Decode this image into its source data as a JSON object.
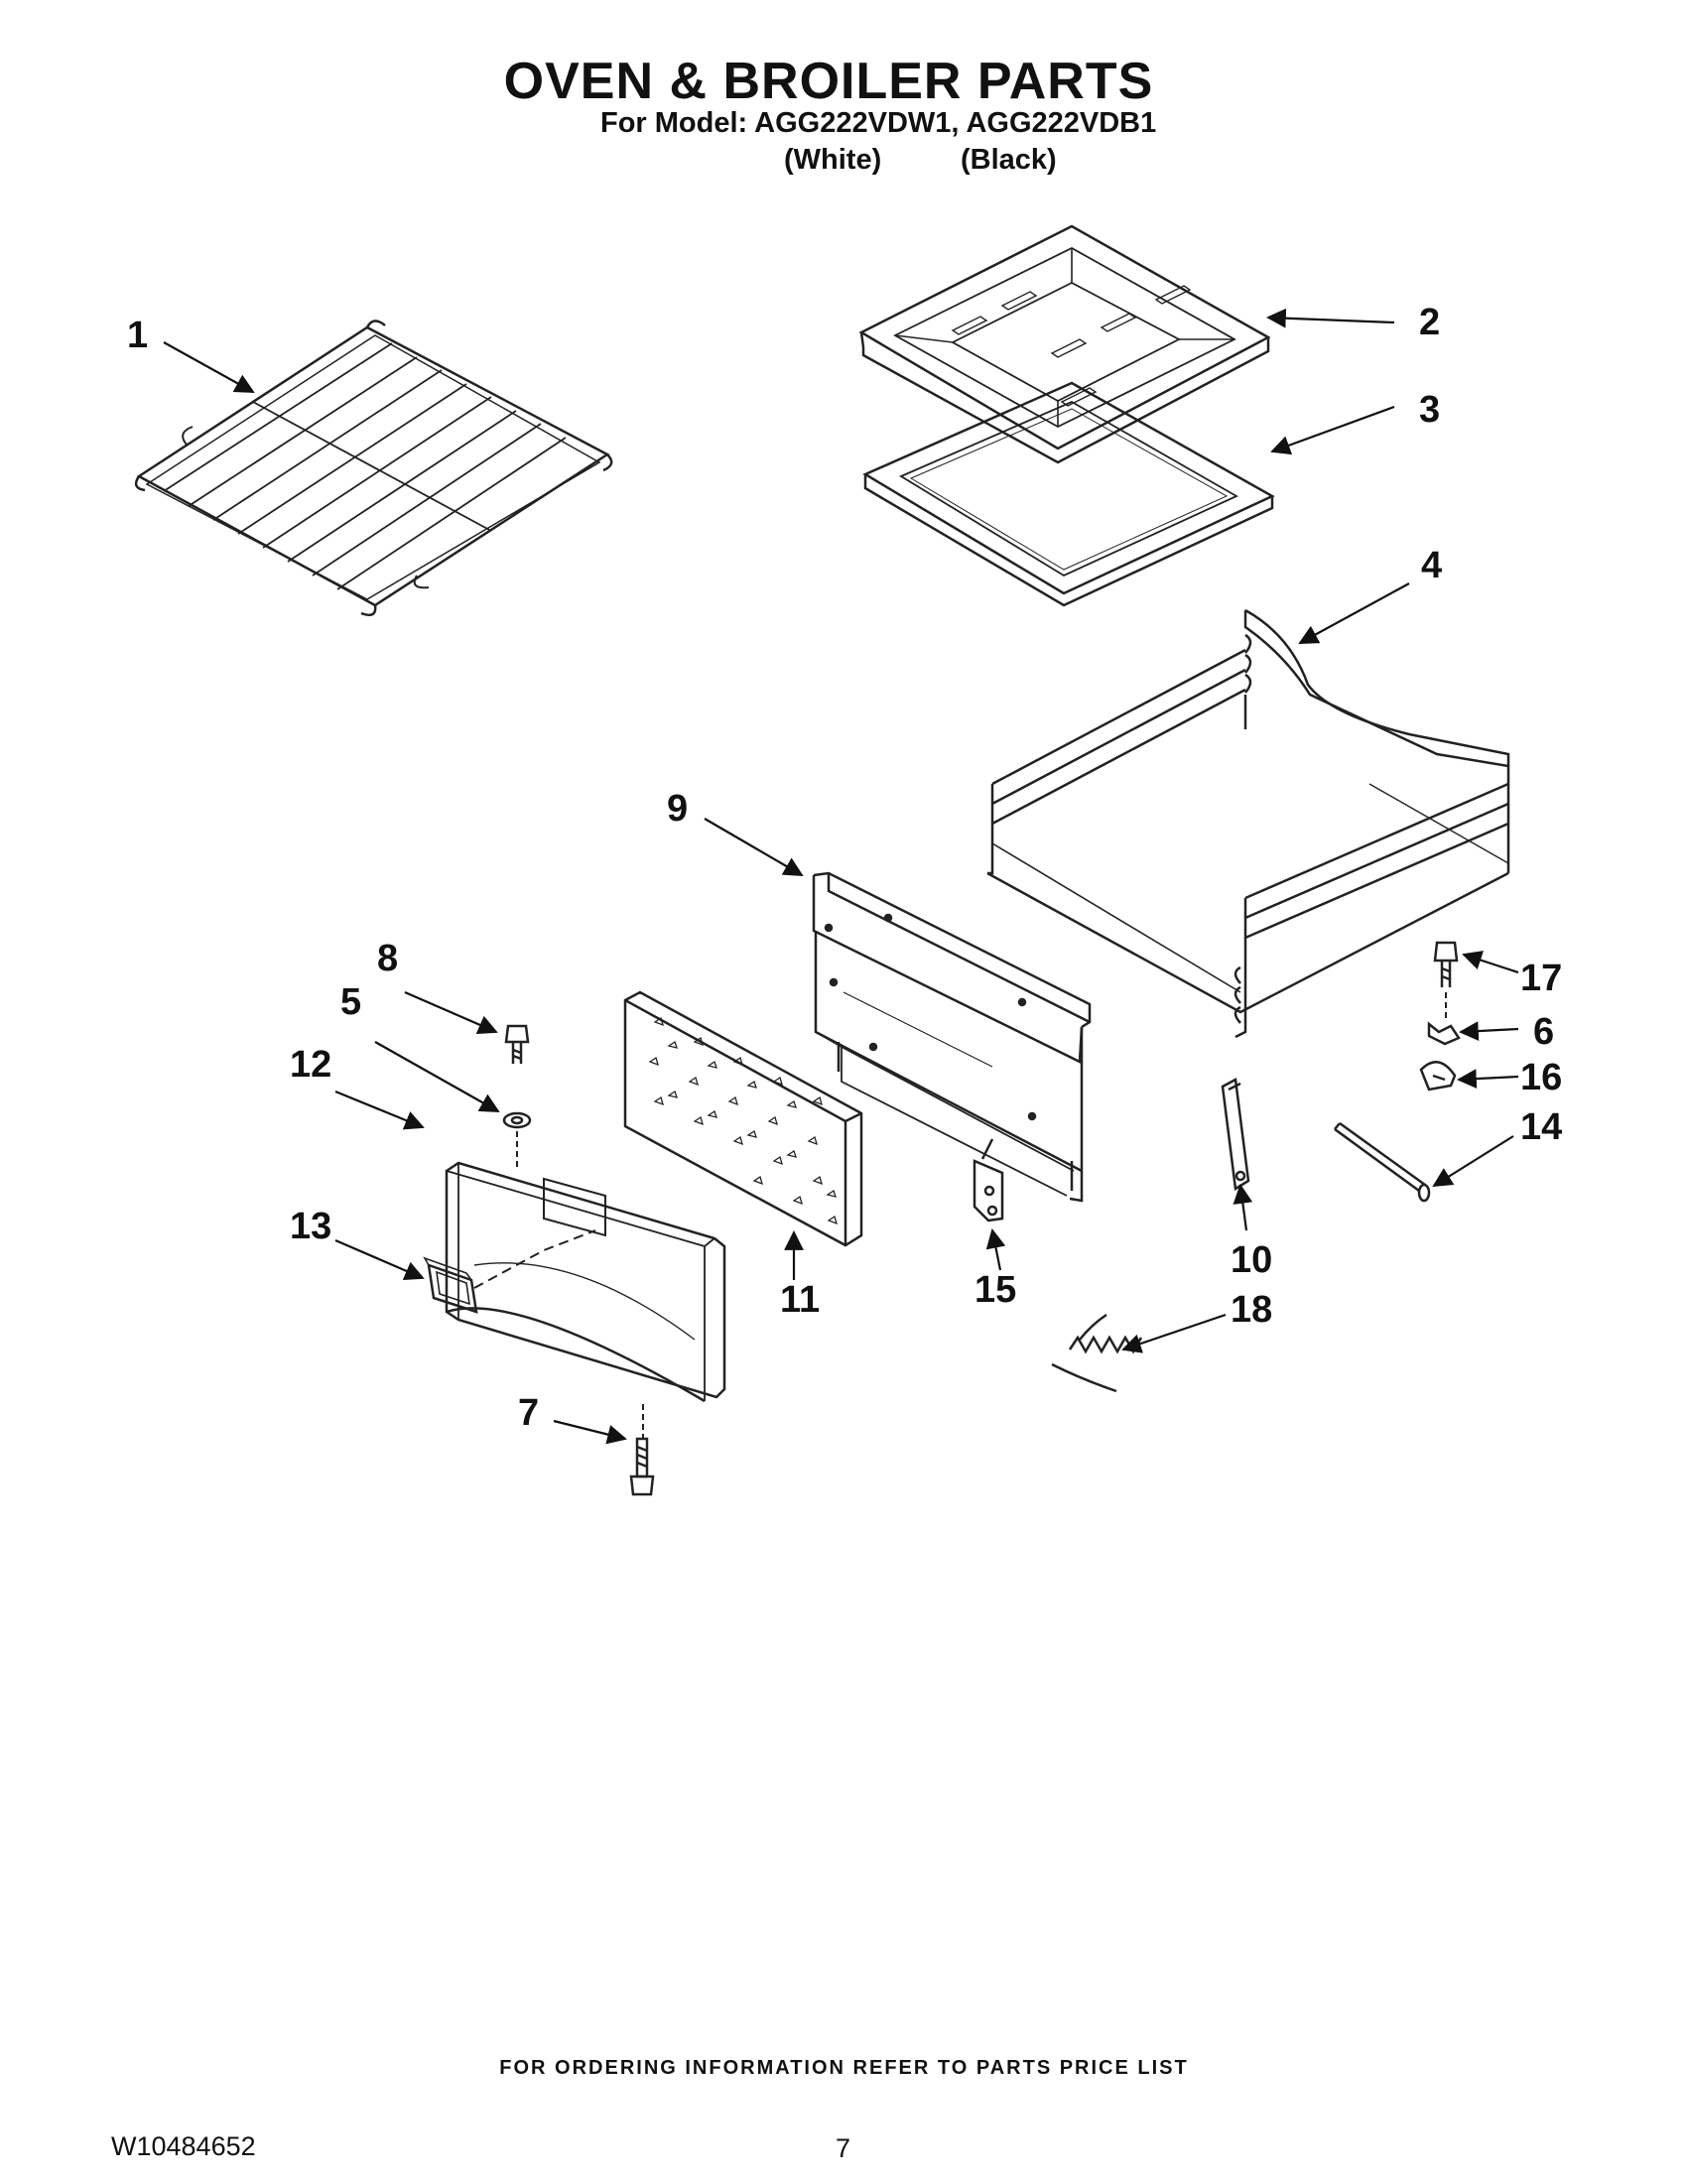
{
  "header": {
    "title": "OVEN & BROILER PARTS",
    "model_line": "For Model: AGG222VDW1, AGG222VDB1",
    "color_white": "(White)",
    "color_black": "(Black)"
  },
  "callouts": [
    "1",
    "2",
    "3",
    "4",
    "5",
    "6",
    "7",
    "8",
    "9",
    "10",
    "11",
    "12",
    "13",
    "14",
    "15",
    "16",
    "17",
    "18"
  ],
  "footer": {
    "ordering_note": "FOR ORDERING INFORMATION REFER TO PARTS PRICE LIST",
    "document_number": "W10484652",
    "page_number": "7"
  }
}
